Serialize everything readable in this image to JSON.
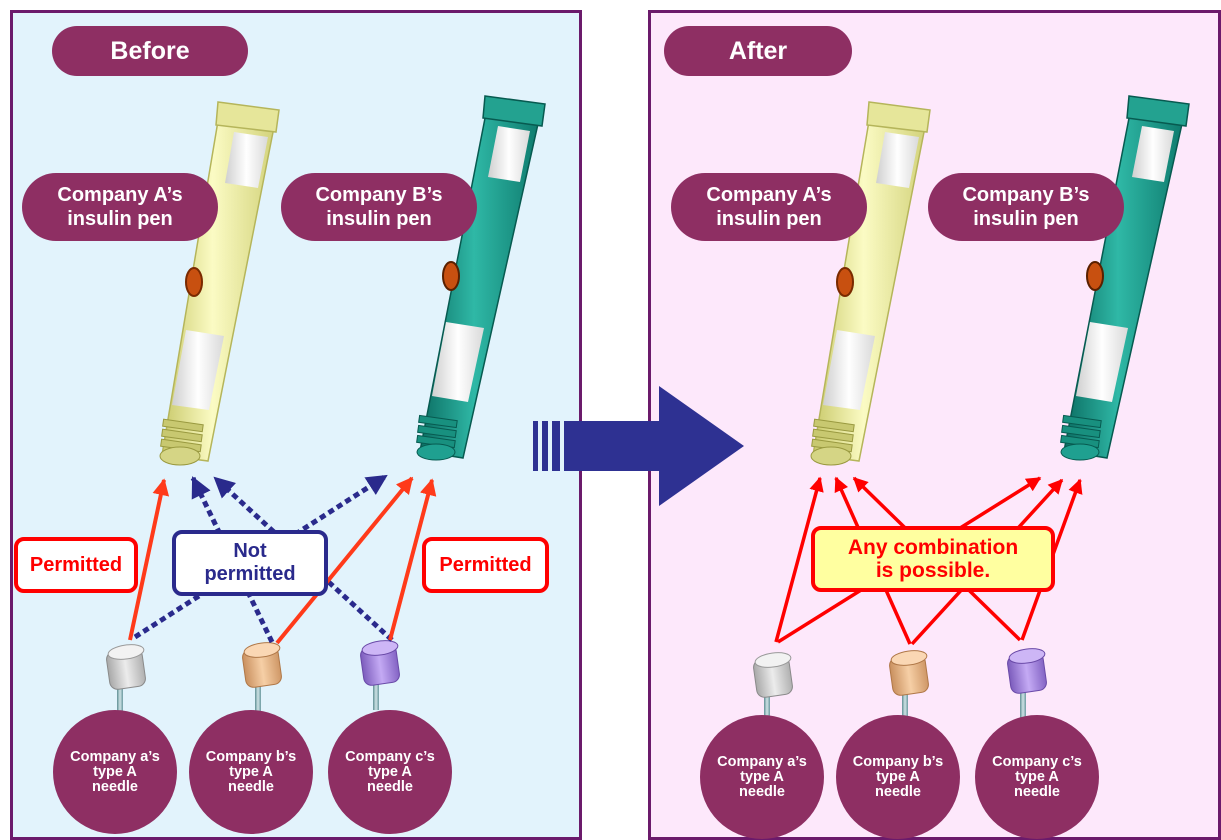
{
  "before": {
    "title": "Before",
    "pen_a": {
      "line1": "Company A’s",
      "line2": "insulin pen"
    },
    "pen_b": {
      "line1": "Company B’s",
      "line2": "insulin pen"
    },
    "permitted_left": "Permitted",
    "permitted_right": "Permitted",
    "not_permitted": {
      "line1": "Not",
      "line2": "permitted"
    },
    "needles": [
      {
        "line1": "Company a’s",
        "line2": "type A",
        "line3": "needle"
      },
      {
        "line1": "Company b’s",
        "line2": "type A",
        "line3": "needle"
      },
      {
        "line1": "Company c’s",
        "line2": "type A",
        "line3": "needle"
      }
    ]
  },
  "after": {
    "title": "After",
    "pen_a": {
      "line1": "Company A’s",
      "line2": "insulin pen"
    },
    "pen_b": {
      "line1": "Company B’s",
      "line2": "insulin pen"
    },
    "combination": {
      "line1": "Any combination",
      "line2": "is possible."
    },
    "needles": [
      {
        "line1": "Company a’s",
        "line2": "type A",
        "line3": "needle"
      },
      {
        "line1": "Company b’s",
        "line2": "type A",
        "line3": "needle"
      },
      {
        "line1": "Company c’s",
        "line2": "type A",
        "line3": "needle"
      }
    ]
  },
  "colors": {
    "label_fill": "#8e2f63",
    "before_bg": "#e2f3fc",
    "after_bg": "#fde8fb",
    "panel_border": "#6b1a6b",
    "permitted": "#ff0000",
    "not_permitted": "#2a2a8c",
    "pen_a_body": "#eeeea0",
    "pen_b_body": "#1a9a8a",
    "needle_a_cap": "#c8c8c8",
    "needle_b_cap": "#e8b88c",
    "needle_c_cap": "#a98ae0",
    "transition_arrow": "#2e3192"
  }
}
